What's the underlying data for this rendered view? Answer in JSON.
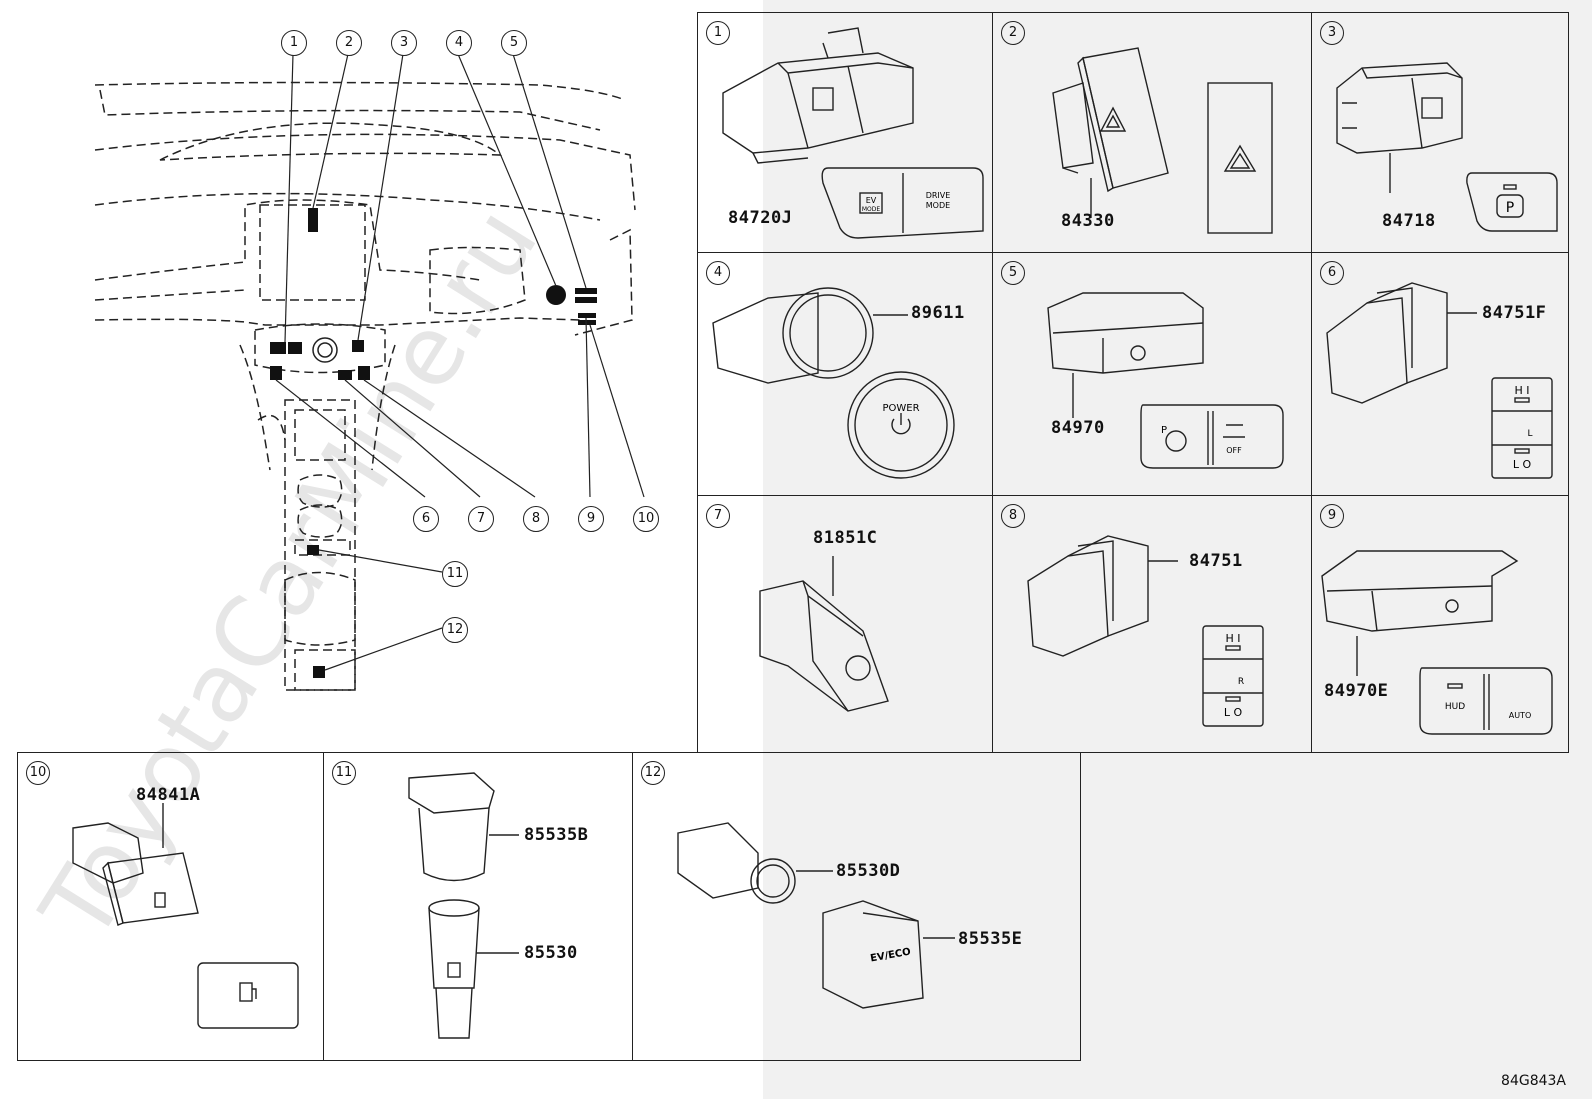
{
  "drawing_code": "84G843A",
  "watermark": "ToyotaCarMine.ru",
  "overview": {
    "callouts": [
      "1",
      "2",
      "3",
      "4",
      "5",
      "6",
      "7",
      "8",
      "9",
      "10",
      "11",
      "12"
    ]
  },
  "panels": [
    {
      "num": "1",
      "part": "84720J",
      "face_labels": [
        "EV",
        "MODE",
        "DRIVE",
        "MODE"
      ]
    },
    {
      "num": "2",
      "part": "84330"
    },
    {
      "num": "3",
      "part": "84718",
      "face_labels": [
        "P"
      ]
    },
    {
      "num": "4",
      "part": "89611",
      "face_labels": [
        "POWER"
      ]
    },
    {
      "num": "5",
      "part": "84970",
      "face_labels": [
        "P",
        "OFF"
      ]
    },
    {
      "num": "6",
      "part": "84751F",
      "face_labels": [
        "H I",
        "L",
        "L O"
      ]
    },
    {
      "num": "7",
      "part": "81851C"
    },
    {
      "num": "8",
      "part": "84751",
      "face_labels": [
        "H I",
        "R",
        "L O"
      ]
    },
    {
      "num": "9",
      "part": "84970E",
      "face_labels": [
        "HUD",
        "AUTO"
      ]
    },
    {
      "num": "10",
      "part": "84841A"
    },
    {
      "num": "11",
      "parts": [
        "85535B",
        "85530"
      ]
    },
    {
      "num": "12",
      "parts": [
        "85530D",
        "85535E"
      ],
      "face_labels": [
        "EV/ECO"
      ]
    }
  ]
}
